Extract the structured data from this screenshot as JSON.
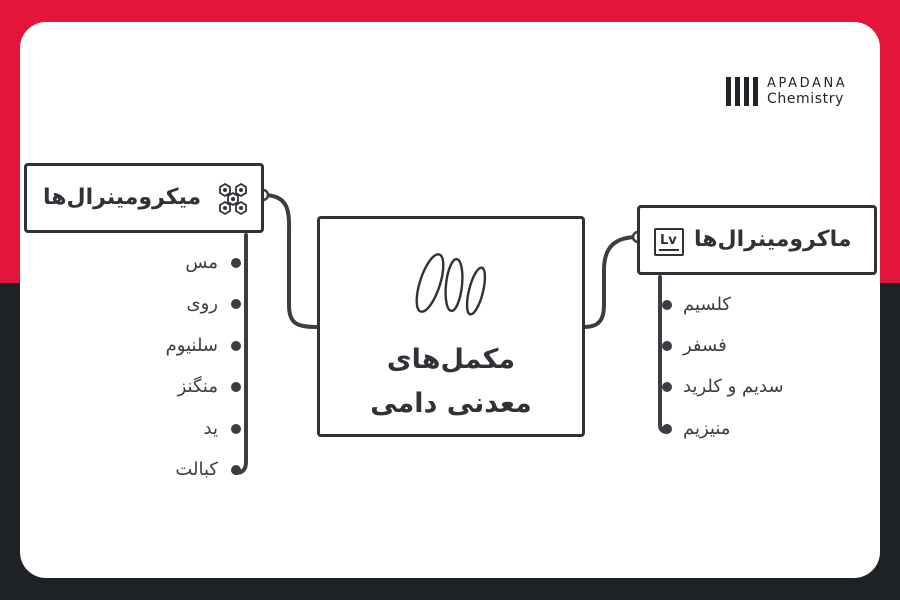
{
  "theme": {
    "accent": "#e3153a",
    "dark": "#1e2226",
    "ink": "#2f3337"
  },
  "logo": {
    "line1": "APADANA",
    "line2": "Chemistry"
  },
  "center": {
    "line1": "مکمل‌های",
    "line2": "معدنی دامی",
    "icon": "seeds-icon"
  },
  "micro": {
    "title": "میکرومینرال‌ها",
    "icon": "molecule-cluster-icon",
    "items": [
      "مس",
      "روی",
      "سلنیوم",
      "منگنز",
      "ید",
      "کبالت"
    ]
  },
  "macro": {
    "title": "ماکرومینرال‌ها",
    "icon": "element-symbol-icon",
    "icon_text": "Lv",
    "items": [
      "کلسیم",
      "فسفر",
      "سدیم و کلرید",
      "منیزیم"
    ]
  }
}
